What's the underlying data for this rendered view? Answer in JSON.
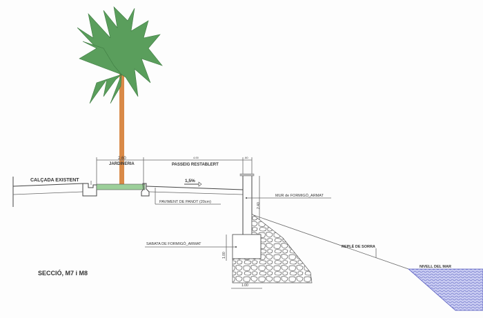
{
  "title": "SECCIÓ, M7 i M8",
  "labels": {
    "calcada": "CALÇADA EXISTENT",
    "jardineria": "JARDINERIA",
    "passeig": "PASSEIG RESTABLERT",
    "slope": "1,5%",
    "paviment": "PAVIMENT DE PANOT (20cm)",
    "mur": "MUR de FORMIGÓ_ARMAT",
    "sabata": "SABATA DE FORMIGÓ_ARMAT",
    "reple": "REPLÈ DE SORRA",
    "nivell": "NIVELL DEL MAR"
  },
  "dimensions": {
    "jardineria_width": "2.60",
    "passeig_width": "4.00",
    "mur_top": ".60",
    "mur_height": "2.40",
    "sabata_height": "1.00",
    "sabata_width": "1.00"
  },
  "colors": {
    "foliage": "#5a9e5c",
    "trunk": "#d98a48",
    "planter": "#9ccf9a",
    "sea": "#8a8fd8"
  }
}
